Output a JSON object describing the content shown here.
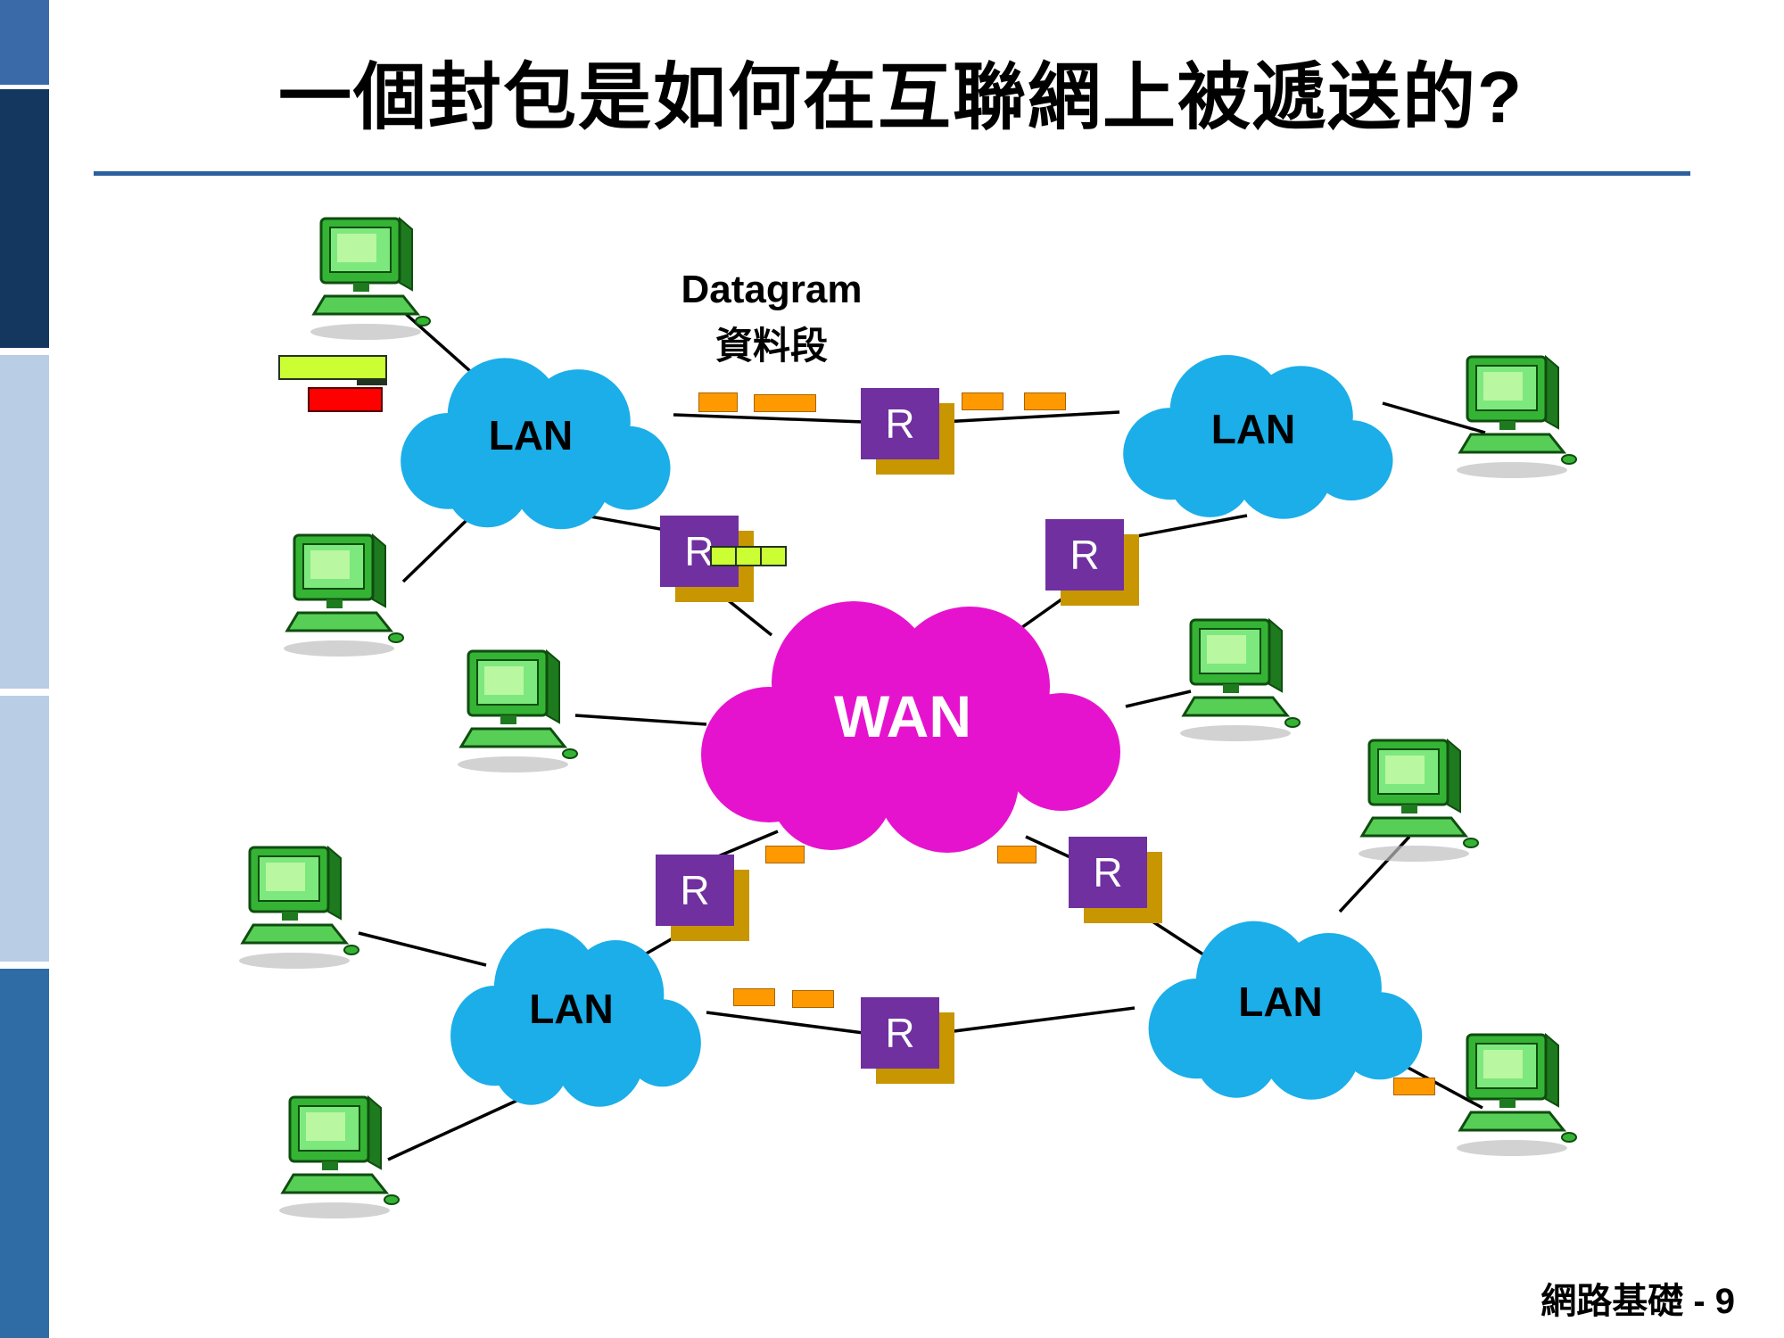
{
  "slide": {
    "title": "一個封包是如何在互聯網上被遞送的?",
    "page_label": "網路基礎 - 9"
  },
  "diagram": {
    "datagram_label": {
      "line1": "Datagram",
      "line2": "資料段"
    },
    "clouds": {
      "lan_top_left": "LAN",
      "lan_top_right": "LAN",
      "wan": "WAN",
      "lan_bottom_left": "LAN",
      "lan_bottom_right": "LAN"
    },
    "routers": [
      {
        "id": "router-top-middle",
        "label": "R"
      },
      {
        "id": "router-upper-left",
        "label": "R"
      },
      {
        "id": "router-upper-right",
        "label": "R"
      },
      {
        "id": "router-lower-left",
        "label": "R"
      },
      {
        "id": "router-lower-right",
        "label": "R"
      },
      {
        "id": "router-bottom-middle",
        "label": "R"
      }
    ],
    "icons": {
      "cloud": "network-cloud-icon",
      "computer": "computer-icon",
      "datagram_segment": "datagram-segment",
      "packet_green": "packet-bar-green",
      "packet_red": "packet-bar-red"
    },
    "colors": {
      "lan_cloud": "#1BAEE9",
      "wan_cloud": "#E613CE",
      "router_fill": "#7030A0",
      "router_shadow": "#C79600",
      "datagram_orange": "#FF9900",
      "packet_green": "#CCFF33",
      "packet_red": "#FF0000",
      "connection_line": "#000000",
      "title_underline": "#2C5F9E",
      "sidebar_navy": "#13375F",
      "sidebar_pale": "#B9CDE5",
      "sidebar_blue": "#2F6CA6"
    }
  }
}
